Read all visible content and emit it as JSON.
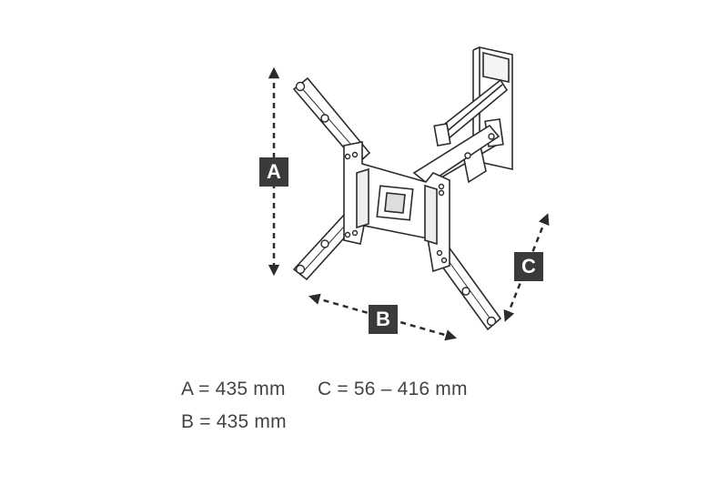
{
  "labels": {
    "a": "A",
    "b": "B",
    "c": "C"
  },
  "specs": {
    "a": "A = 435 mm",
    "b": "B = 435 mm",
    "c": "C = 56 – 416 mm"
  },
  "colors": {
    "line": "#2b2b2b",
    "label_bg": "#3a3a3a",
    "text": "#444444",
    "background": "#ffffff"
  }
}
